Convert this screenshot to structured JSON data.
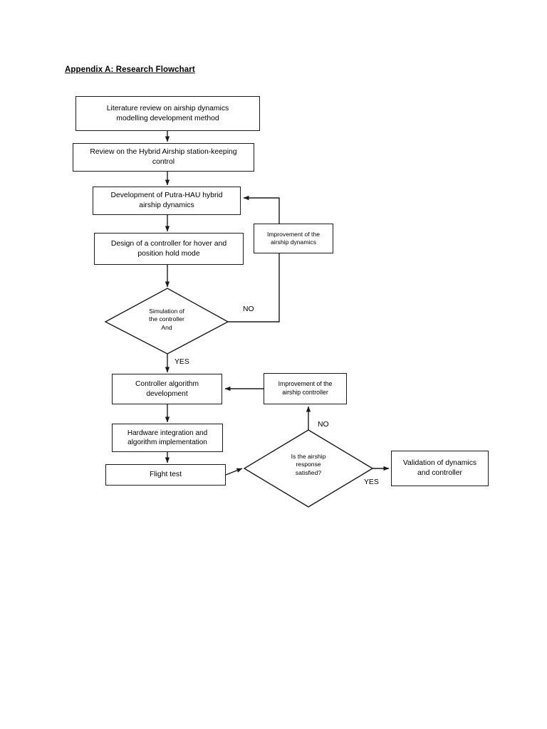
{
  "page": {
    "title": "Appendix A: Research Flowchart"
  },
  "nodes": {
    "literature_review": "Literature review on airship dynamics\nmodelling development method",
    "hybrid_review": "Review on the Hybrid Airship station-keeping\ncontrol",
    "development": "Development of Putra-HAU hybrid\nairship dynamics",
    "controller_design": "Design of a controller for hover and\nposition hold mode",
    "improvement_dynamics": "Improvement of the\nairship dynamics",
    "simulation_decision": "Simulation of\nthe controller\nAnd",
    "controller_algorithm": "Controller algorithm\ndevelopment",
    "improvement_controller": "Improvement of the\nairship controller",
    "hardware_integration": "Hardware integration and\nalgorithm implementation",
    "flight_test": "Flight test",
    "response_decision": "Is the airship\nresponse\nsatisfied?",
    "validation": "Validation of dynamics\nand controller"
  },
  "edge_labels": {
    "simulation_no": "NO",
    "simulation_yes": "YES",
    "response_no": "NO",
    "response_yes": "YES"
  },
  "colors": {
    "stroke": "#1a1a1a",
    "background": "#ffffff",
    "text": "#000000"
  }
}
